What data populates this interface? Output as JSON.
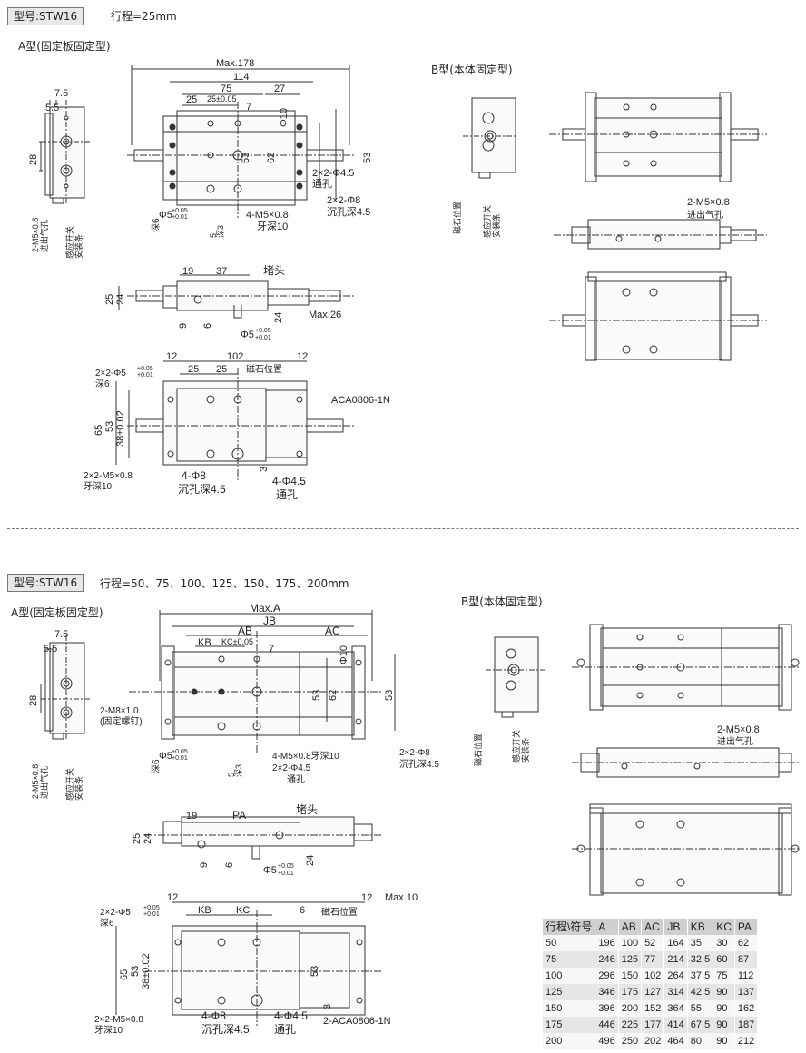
{
  "top": {
    "model_tag": "型号:STW16",
    "stroke": "行程=25mm",
    "type_a": "A型(固定板固定型)",
    "type_b": "B型(本体固定型)",
    "dims": {
      "max": "Max.178",
      "d114": "114",
      "d75": "75",
      "d25": "25",
      "d25tol": "25±0.05",
      "d27": "27",
      "d7": "7",
      "phi10": "Φ10",
      "d53a": "53",
      "d62": "62",
      "d53b": "53",
      "d7_5": "7.5",
      "d5_5": "5.5",
      "d28": "28",
      "m5_side": "2-M5×0.8",
      "m5_side_sub": "进出气孔",
      "switch_side": "感应开关",
      "switch_side2": "安装条",
      "phi5": "Φ5",
      "phi5_tol_top": "+0.05",
      "phi5_tol_bot": "+0.01",
      "depth6": "深6",
      "d5tol": "5",
      "d5tol_u": "+0.05",
      "d5tol_l": "+0.01",
      "deep3": "深3",
      "m5_front": "4-M5×0.8",
      "m5_front_sub": "牙深10",
      "phi4_5": "2×2-Φ4.5",
      "through": "通孔",
      "phi8": "2×2-Φ8",
      "counterbore": "沉孔深4.5",
      "b_magnet": "磁石位置",
      "b_switch": "感应开关",
      "b_switch2": "安装条",
      "b_port": "2-M5×0.8",
      "b_port_sub": "进出气孔",
      "s19": "19",
      "s37": "37",
      "plug": "堵头",
      "s25": "25",
      "s24": "24",
      "s9": "9",
      "s6": "6",
      "s24b": "24",
      "smax26": "Max.26",
      "sphi5": "Φ5",
      "sphi5u": "+0.05",
      "sphi5l": "+0.01",
      "p12a": "12",
      "p102": "102",
      "p12b": "12",
      "p25a": "25",
      "p25b": "25",
      "pmag": "磁石位置",
      "pphi5": "2×2-Φ5",
      "pphi5u": "+0.05",
      "pphi5l": "+0.01",
      "pdeep6": "深6",
      "p65": "65",
      "p53": "53",
      "p38": "38±0.02",
      "paca": "ACA0806-1N",
      "pm5": "2×2-M5×0.8",
      "pm5sub": "牙深10",
      "pphi8": "4-Φ8",
      "pcb": "沉孔深4.5",
      "pphi45": "4-Φ4.5",
      "pthrough": "通孔",
      "p3": "3"
    }
  },
  "bottom": {
    "model_tag": "型号:STW16",
    "stroke": "行程=50、75、100、125、150、175、200mm",
    "type_a": "A型(固定板固定型)",
    "type_b": "B型(本体固定型)",
    "dims": {
      "maxa": "Max.A",
      "jb": "JB",
      "ab": "AB",
      "ac": "AC",
      "kb": "KB",
      "kctol": "KC±0.05",
      "d7": "7",
      "phi10": "Φ10",
      "d53a": "53",
      "d62": "62",
      "d53b": "53",
      "d7_5": "7.5",
      "d5_5": "5.5",
      "d28": "28",
      "m8": "2-M8×1.0",
      "m8sub": "(固定螺钉)",
      "m5_side": "2-M5×0.8",
      "m5_side_sub": "进出气孔",
      "switch_side": "感应开关",
      "switch_side2": "安装条",
      "phi5": "Φ5",
      "phi5u": "+0.05",
      "phi5l": "+0.01",
      "depth6": "深6",
      "d5": "5",
      "d5u": "+0.05",
      "d5l": "+0.01",
      "deep3": "深3",
      "m5f": "4-M5×0.8牙深10",
      "phi45": "2×2-Φ4.5",
      "through": "通孔",
      "phi8": "2×2-Φ8",
      "cb": "沉孔深4.5",
      "b_magnet": "磁石位置",
      "b_switch": "感应开关",
      "b_switch2": "安装条",
      "b_port": "2-M5×0.8",
      "b_port_sub": "进出气孔",
      "s19": "19",
      "spa": "PA",
      "plug": "堵头",
      "s25": "25",
      "s24": "24",
      "s9": "9",
      "s6": "6",
      "s24b": "24",
      "sphi5": "Φ5",
      "sphi5u": "+0.05",
      "sphi5l": "+0.01",
      "p12a": "12",
      "pkb": "KB",
      "pkc": "KC",
      "p6": "6",
      "p12b": "12",
      "pmax10": "Max.10",
      "pmag": "磁石位置",
      "pphi5": "2×2-Φ5",
      "pphi5u": "+0.05",
      "pphi5l": "+0.01",
      "pdeep6": "深6",
      "p65": "65",
      "p53": "53",
      "p38": "38±0.02",
      "p53r": "53",
      "pm5": "2×2-M5×0.8",
      "pm5sub": "牙深10",
      "pphi8": "4-Φ8",
      "pcb": "沉孔深4.5",
      "pphi45": "4-Φ4.5",
      "pthrough": "通孔",
      "p3": "3",
      "paca": "2-ACA0806-1N"
    }
  },
  "table": {
    "headers": [
      "行程\\符号",
      "A",
      "AB",
      "AC",
      "JB",
      "KB",
      "KC",
      "PA"
    ],
    "rows": [
      [
        "50",
        "196",
        "100",
        "52",
        "164",
        "35",
        "30",
        "62"
      ],
      [
        "75",
        "246",
        "125",
        "77",
        "214",
        "32.5",
        "60",
        "87"
      ],
      [
        "100",
        "296",
        "150",
        "102",
        "264",
        "37.5",
        "75",
        "112"
      ],
      [
        "125",
        "346",
        "175",
        "127",
        "314",
        "42.5",
        "90",
        "137"
      ],
      [
        "150",
        "396",
        "200",
        "152",
        "364",
        "55",
        "90",
        "162"
      ],
      [
        "175",
        "446",
        "225",
        "177",
        "414",
        "67.5",
        "90",
        "187"
      ],
      [
        "200",
        "496",
        "250",
        "202",
        "464",
        "80",
        "90",
        "212"
      ]
    ]
  }
}
